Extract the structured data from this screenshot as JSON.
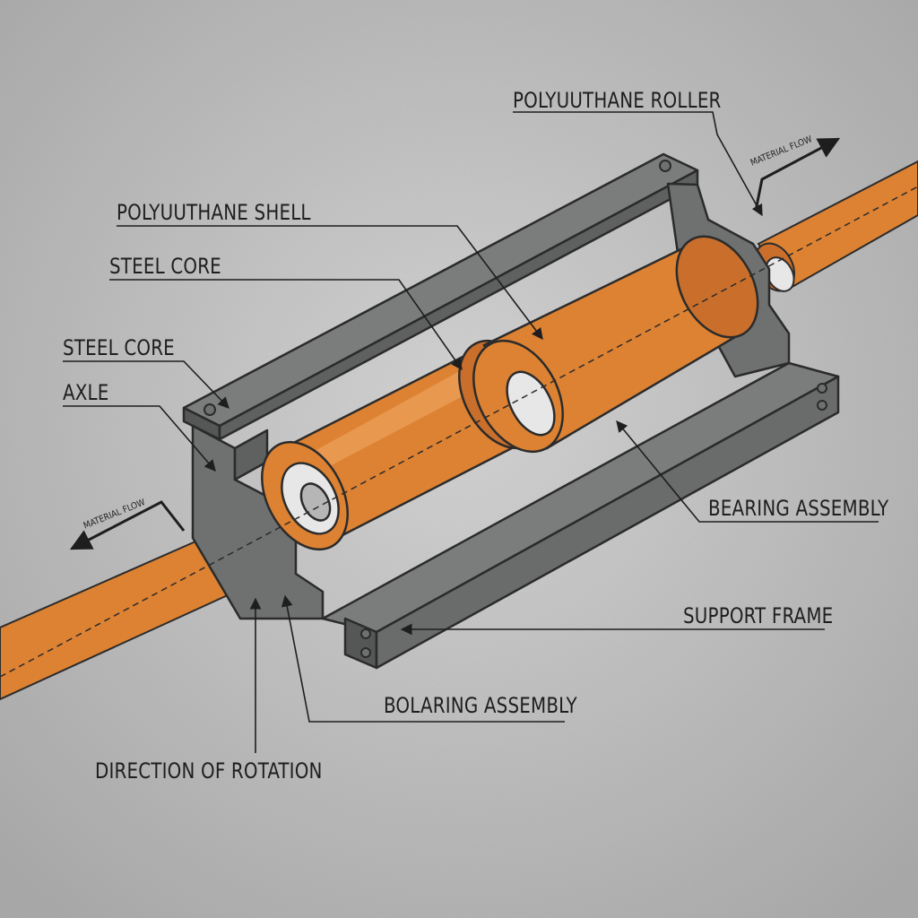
{
  "labels": {
    "polyurethane_roller": "POLYUUTHANE ROLLER",
    "polyurethane_shell": "POLYUUTHANE SHELL",
    "steel_core_upper": "STEEL CORE",
    "steel_core_lower": "STEEL CORE",
    "axle": "AXLE",
    "bearing_assembly": "BEARING ASSEMBLY",
    "support_frame": "SUPPORT FRAME",
    "bolaring_assembly": "BOLARING ASSEMBLY",
    "direction_of_rotation": "DIRECTION OF ROTATION",
    "material_flow_right": "MATERIAL FLOW",
    "material_flow_left": "MATERIAL FLOW"
  },
  "colors": {
    "background": "#c9c9c9",
    "frame": "#6f7070",
    "frame_dark": "#555656",
    "roller": "#dd8233",
    "roller_dark": "#b8642a",
    "bearing": "#e7e7e7",
    "outline": "#2b2b2b"
  }
}
